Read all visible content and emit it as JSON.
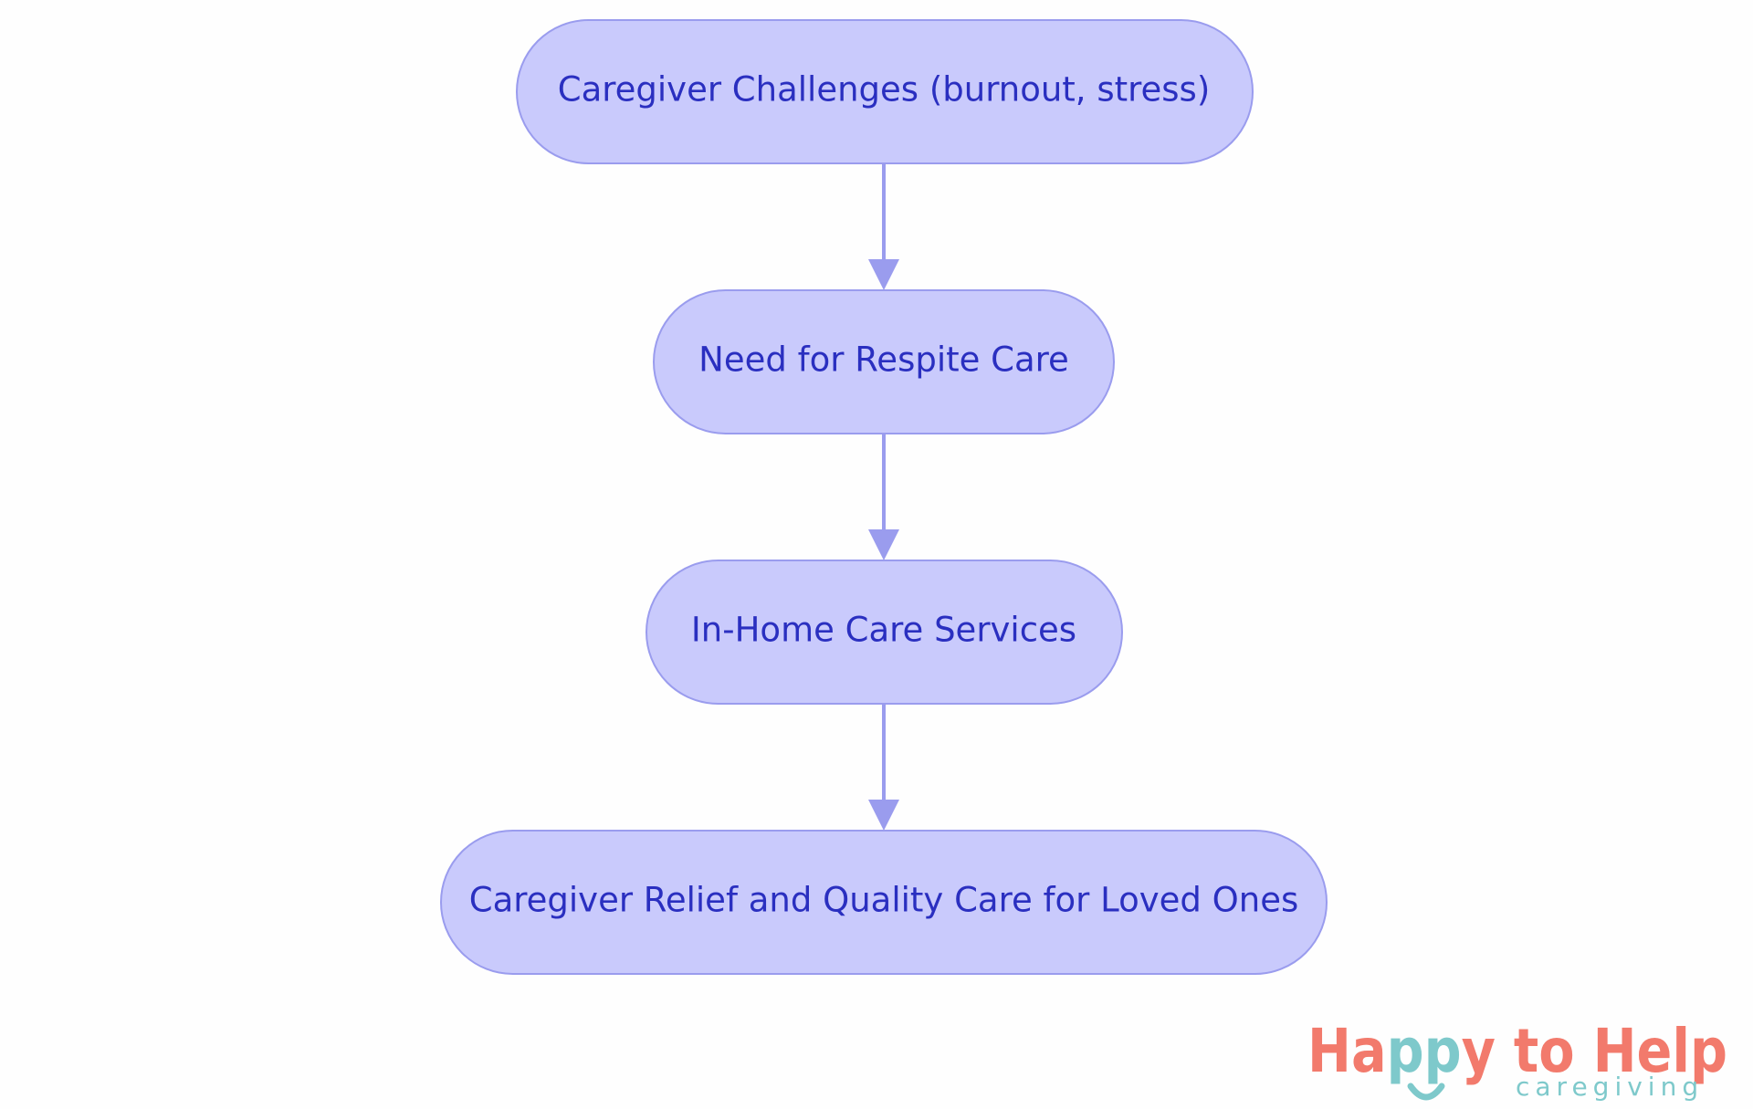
{
  "diagram": {
    "nodes": [
      {
        "id": "n1",
        "label": "Caregiver Challenges (burnout, stress)"
      },
      {
        "id": "n2",
        "label": "Need for Respite Care"
      },
      {
        "id": "n3",
        "label": "In-Home Care Services"
      },
      {
        "id": "n4",
        "label": "Caregiver Relief and Quality Care for Loved Ones"
      }
    ],
    "edges": [
      {
        "from": "n1",
        "to": "n2"
      },
      {
        "from": "n2",
        "to": "n3"
      },
      {
        "from": "n3",
        "to": "n4"
      }
    ],
    "colors": {
      "node_fill": "#c9cafc",
      "node_stroke": "#9a9cee",
      "node_text": "#2a2fc0",
      "edge": "#9a9cee"
    }
  },
  "logo": {
    "text_part1": "Ha",
    "text_part2": "pp",
    "text_part3": "y to Help",
    "subtitle": "caregiving",
    "colors": {
      "primary": "#f27a6c",
      "secondary": "#7ec9cb"
    }
  }
}
